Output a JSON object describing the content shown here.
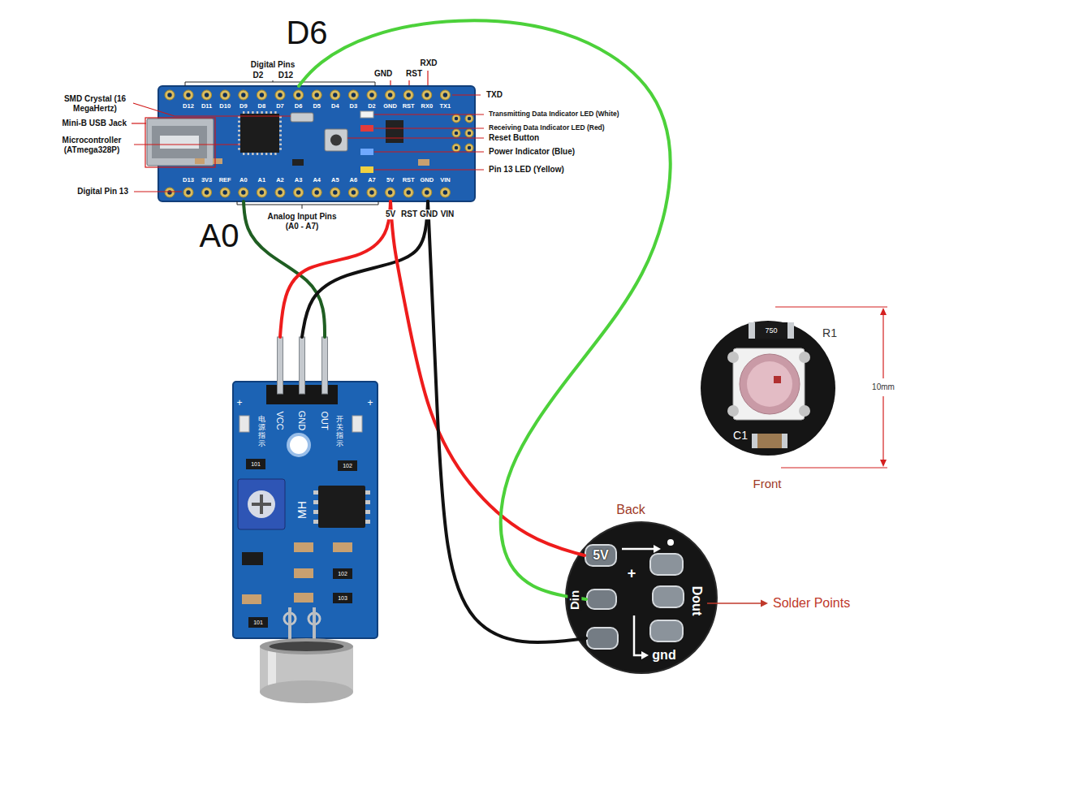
{
  "diagram": {
    "nodes": [
      {
        "text": [
          "D12",
          "D11",
          "D10",
          "D9",
          "D8",
          "D7",
          "D6",
          "D5",
          "D4",
          "D3",
          "D2",
          "GND",
          "RST",
          "RX0",
          "TX1",
          "D13",
          "3V3",
          "REF",
          "A0",
          "A1",
          "A2",
          "A3",
          "A4",
          "A5",
          "A6",
          "A7",
          "5V",
          "RST",
          "GND",
          "VIN"
        ]
      },
      {
        "text": [
          "750",
          "R1",
          "C1"
        ]
      },
      {
        "text": [
          "+",
          "VCC",
          "GND",
          "OUT",
          "+",
          "电源指示",
          "开关指示",
          "101",
          "102",
          "MH",
          "102",
          "103",
          "101"
        ]
      },
      {
        "text": [
          "Back",
          "+",
          "Dout"
        ]
      },
      {
        "text": [
          "5V"
        ],
        "in": 3
      },
      {
        "text": [
          "Din"
        ],
        "in": 3
      },
      {
        "text": [
          "gnd"
        ],
        "in": 3
      }
    ],
    "edges": [
      {
        "from": 0,
        "to": 2,
        "arrow": "none"
      },
      {
        "from": 0,
        "to": 2,
        "arrow": "none"
      },
      {
        "from": 0,
        "to": 2,
        "arrow": "none"
      },
      {
        "from": 0,
        "to": 4,
        "arrow": "none"
      },
      {
        "from": 0,
        "to": 5,
        "arrow": "none"
      },
      {
        "from": 0,
        "to": 6,
        "arrow": "none"
      }
    ],
    "labels": [
      "D6",
      "Digital Pins",
      "D2",
      "D12",
      "RXD",
      "GND",
      "RST",
      "TXD",
      "SMD Crystal (16 MegaHertz)",
      "Transmitting Data Indicator LED (White)",
      "Mini-B USB Jack",
      "Receiving Data Indicator LED (Red)",
      "Reset Button",
      "Microcontroller (ATmega328P)",
      "Power Indicator (Blue)",
      "Pin 13 LED (Yellow)",
      "Digital Pin 13",
      "5V",
      "RST",
      "GND",
      "VIN",
      "Analog Input Pins (A0 - A7)",
      "A0",
      "10mm",
      "Front",
      "Solder Points"
    ]
  }
}
